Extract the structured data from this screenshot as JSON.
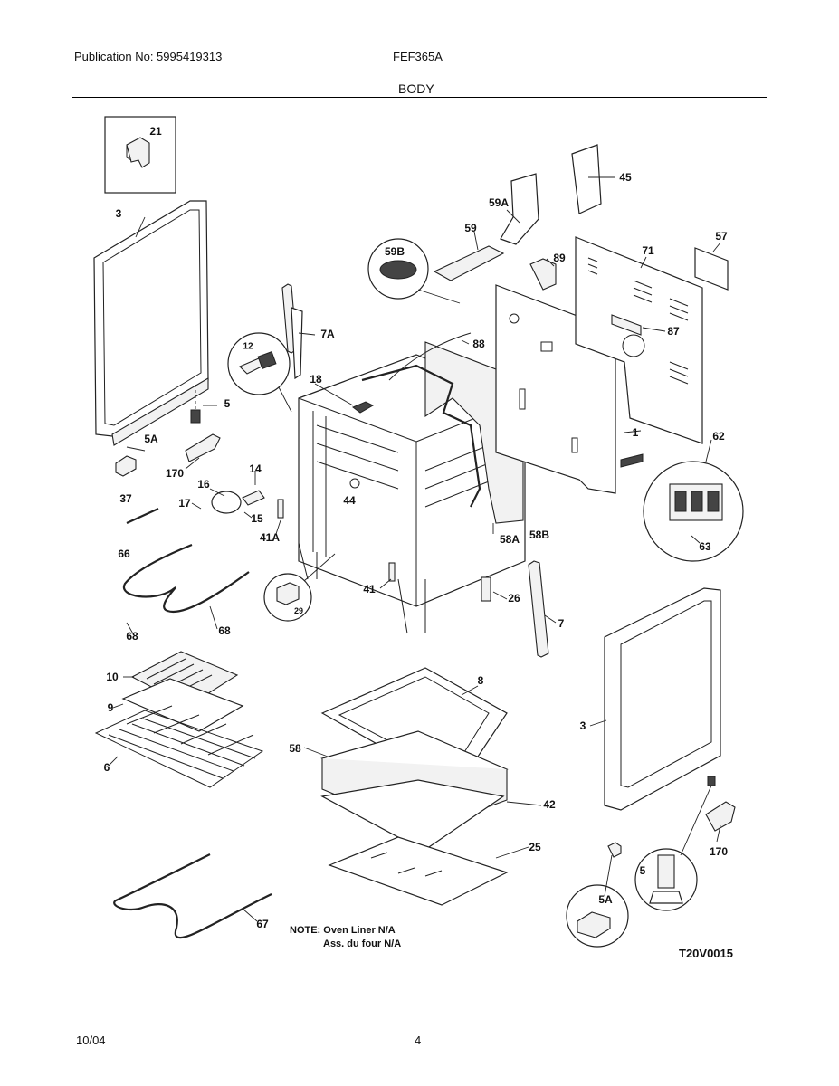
{
  "header": {
    "publication": "Publication No: 5995419313",
    "model": "FEF365A",
    "section_title": "BODY"
  },
  "footer": {
    "date": "10/04",
    "page_number": "4"
  },
  "diagram": {
    "note_line1": "NOTE: Oven Liner N/A",
    "note_line2": "Ass. du four N/A",
    "drawing_code": "T20V0015",
    "callouts": {
      "c21": "21",
      "c3a": "3",
      "c3b": "3",
      "c45": "45",
      "c59A": "59A",
      "c59": "59",
      "c59B": "59B",
      "c89": "89",
      "c71": "71",
      "c57": "57",
      "c87": "87",
      "c7A": "7A",
      "c88": "88",
      "c12": "12",
      "c18": "18",
      "c5a": "5",
      "c5b": "5",
      "c5Aa": "5A",
      "c5Ab": "5A",
      "c170a": "170",
      "c170b": "170",
      "c14": "14",
      "c16": "16",
      "c17": "17",
      "c15": "15",
      "c37": "37",
      "c44": "44",
      "c41A": "41A",
      "c1": "1",
      "c62": "62",
      "c58A": "58A",
      "c58B": "58B",
      "c63": "63",
      "c66": "66",
      "c41": "41",
      "c26": "26",
      "c29": "29",
      "c7": "7",
      "c68a": "68",
      "c68b": "68",
      "c10": "10",
      "c9": "9",
      "c6": "6",
      "c8": "8",
      "c58": "58",
      "c42": "42",
      "c25": "25",
      "c67": "67"
    }
  }
}
